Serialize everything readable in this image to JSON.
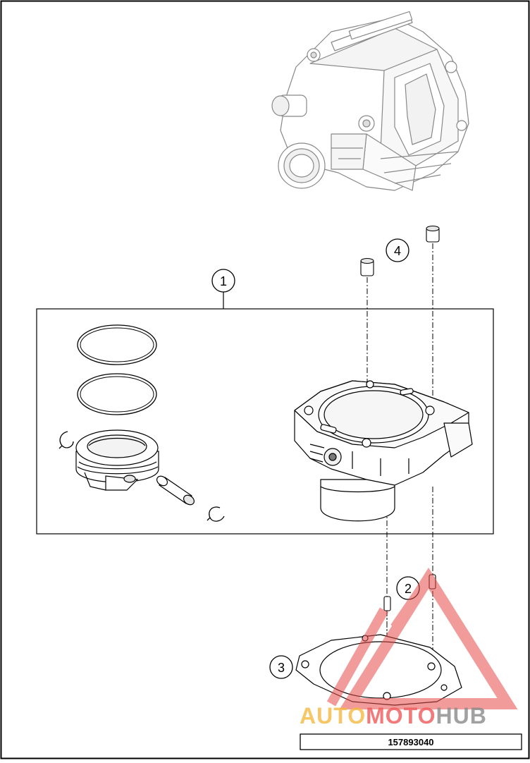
{
  "callouts": {
    "c1": "1",
    "c2": "2",
    "c3": "3",
    "c4": "4"
  },
  "watermark": {
    "part1": "AUTO",
    "part2": "MOTO",
    "part3": "HUB",
    "color_auto": "#f4b942",
    "color_moto": "#ef5a5a",
    "color_hub": "#8a8a8a",
    "triangle_color": "#e84a4a"
  },
  "drawing_number": "157893040"
}
